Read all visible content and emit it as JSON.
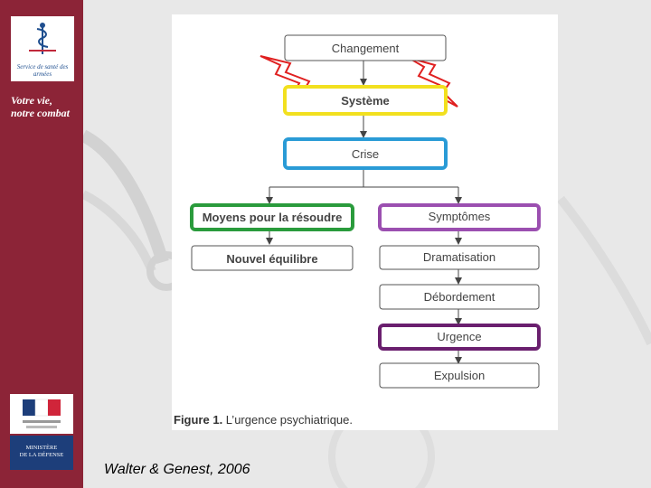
{
  "sidebar": {
    "logo_text": "Service de santé des armées",
    "slogan_line1": "Votre vie,",
    "slogan_line2": "notre combat",
    "ministere_line1": "MINISTÈRE",
    "ministere_line2": "DE LA DÉFENSE"
  },
  "diagram": {
    "nodes": {
      "changement": "Changement",
      "systeme": "Système",
      "crise": "Crise",
      "moyens": "Moyens pour la résoudre",
      "nouvel_equilibre": "Nouvel équilibre",
      "symptomes": "Symptômes",
      "dramatisation": "Dramatisation",
      "debordement": "Débordement",
      "urgence": "Urgence",
      "expulsion": "Expulsion"
    },
    "highlight_colors": {
      "systeme": "#f2e01f",
      "crise": "#2a9bd6",
      "moyens": "#2a9b3c",
      "symptomes": "#9b4fb0",
      "urgence": "#6a1f6e",
      "lightning": "#e02020"
    }
  },
  "caption": {
    "label": "Figure 1.",
    "text": " L’urgence psychiatrique."
  },
  "citation": "Walter & Genest, 2006"
}
